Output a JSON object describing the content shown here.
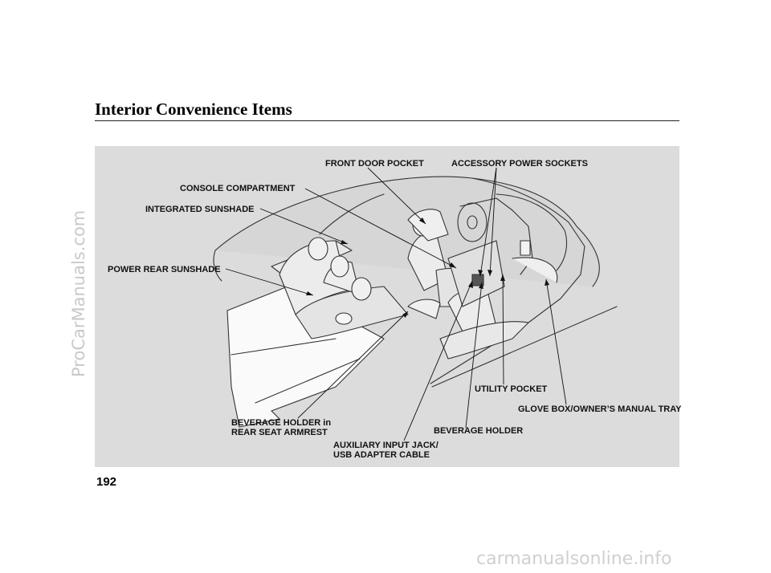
{
  "watermarks": {
    "side": "ProCarManuals.com",
    "bottom": "carmanualsonline.info"
  },
  "page": {
    "title": "Interior Convenience Items",
    "number": "192"
  },
  "callouts": {
    "front_door_pocket": "FRONT DOOR POCKET",
    "accessory_power_sockets": "ACCESSORY POWER SOCKETS",
    "console_compartment": "CONSOLE COMPARTMENT",
    "integrated_sunshade": "INTEGRATED SUNSHADE",
    "power_rear_sunshade": "POWER REAR SUNSHADE",
    "utility_pocket": "UTILITY POCKET",
    "glove_box": "GLOVE BOX/OWNER’S MANUAL TRAY",
    "rear_beverage_holder_line1": "BEVERAGE HOLDER in",
    "rear_beverage_holder_line2": "REAR SEAT ARMREST",
    "beverage_holder": "BEVERAGE HOLDER",
    "aux_jack_line1": "AUXILIARY INPUT JACK/",
    "aux_jack_line2": "USB ADAPTER CABLE"
  }
}
